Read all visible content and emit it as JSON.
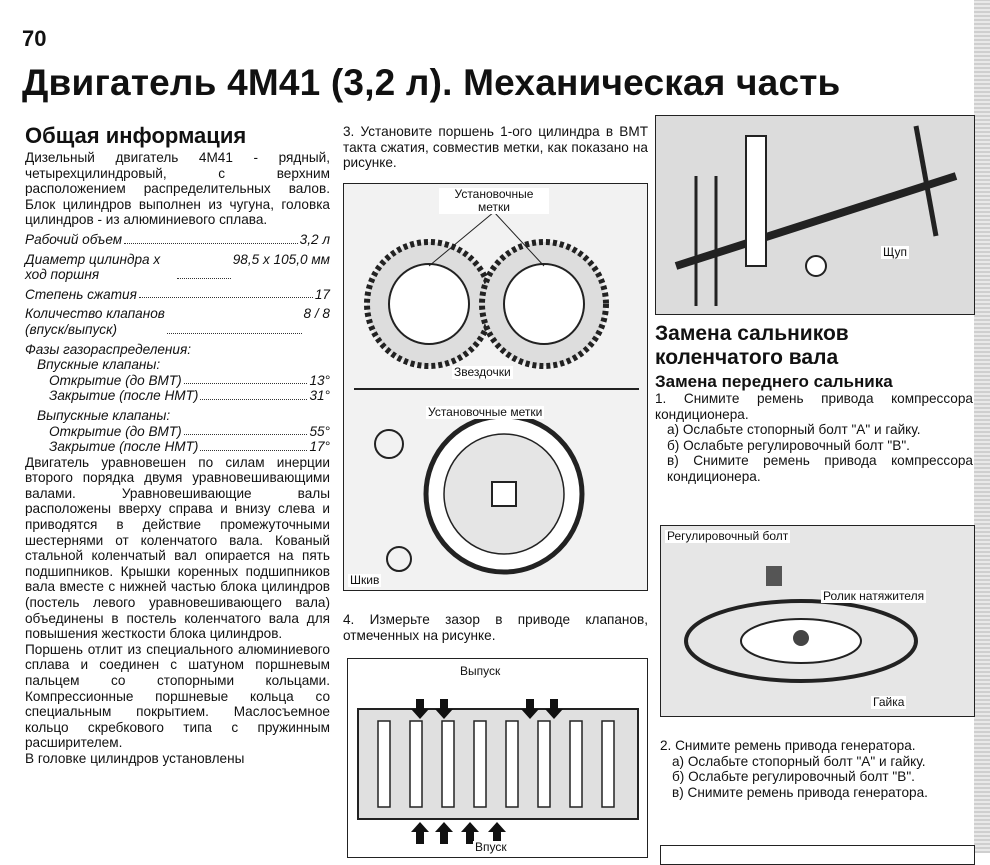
{
  "page_number": "70",
  "title": "Двигатель 4M41 (3,2 л). Механическая часть",
  "left": {
    "heading": "Общая информация",
    "intro": "Дизельный двигатель 4M41 - рядный, четырехцилиндровый, с верхним расположением распределительных валов. Блок цилиндров выполнен из чугуна, головка цилиндров - из алюминиевого сплава.",
    "specs": [
      {
        "label": "Рабочий объем",
        "value": "3,2 л"
      },
      {
        "label": "Диаметр цилиндра х ход поршня",
        "value": "98,5 х 105,0 мм"
      },
      {
        "label": "Степень сжатия",
        "value": "17"
      },
      {
        "label": "Количество клапанов (впуск/выпуск)",
        "value": "8 / 8"
      }
    ],
    "timing_heading": "Фазы газораспределения:",
    "intake_heading": "Впускные клапаны:",
    "intake": [
      {
        "label": "Открытие (до ВМТ)",
        "value": "13°"
      },
      {
        "label": "Закрытие (после НМТ)",
        "value": "31°"
      }
    ],
    "exhaust_heading": "Выпускные клапаны:",
    "exhaust": [
      {
        "label": "Открытие (до ВМТ)",
        "value": "55°"
      },
      {
        "label": "Закрытие (после НМТ)",
        "value": "17°"
      }
    ],
    "para1": "Двигатель уравновешен по силам инерции второго порядка двумя уравновешивающими валами. Уравновешивающие валы расположены вверху справа и внизу слева и приводятся в действие промежуточными шестернями от коленчатого вала. Кованый стальной коленчатый вал опирается на пять подшипников. Крышки коренных подшипников вала вместе с нижней частью блока цилиндров (постель левого уравновешивающего вала) объединены в постель коленчатого вала для повышения жесткости блока цилиндров.",
    "para2": "Поршень отлит из специального алюминиевого сплава и соединен с шатуном поршневым пальцем со стопорными кольцами. Компрессионные поршневые кольца со специальным покрытием. Маслосъемное кольцо скребкового типа с пружинным расширителем.",
    "para3": "В головке цилиндров установлены"
  },
  "middle": {
    "step3": "3. Установите поршень 1-ого цилиндра в ВМТ такта сжатия, совместив метки, как показано на рисунке.",
    "fig1_labels": {
      "marks": "Установочные метки",
      "sprockets": "Звездочки",
      "marks2": "Установочные метки",
      "pulley": "Шкив"
    },
    "step4": "4. Измерьте зазор в приводе клапанов, отмеченных на рисунке.",
    "fig2_labels": {
      "exhaust": "Выпуск",
      "intake": "Впуск"
    }
  },
  "right": {
    "fig_feeler": "Щуп",
    "heading": "Замена сальников коленчатого вала",
    "subheading": "Замена переднего сальника",
    "step1": "1. Снимите ремень привода компрессора кондиционера.",
    "step1a": "а) Ослабьте стопорный болт \"А\" и гайку.",
    "step1b": "б) Ослабьте регулировочный болт \"В\".",
    "step1c": "в) Снимите ремень привода компрессора кондиционера.",
    "fig_labels": {
      "adjust_bolt": "Регулировочный болт",
      "tensioner": "Ролик натяжителя",
      "nut": "Гайка"
    },
    "step2": "2. Снимите ремень привода генератора.",
    "step2a": "а) Ослабьте стопорный болт \"А\" и гайку.",
    "step2b": "б) Ослабьте регулировочный болт \"В\".",
    "step2c": "в) Снимите ремень привода генератора."
  }
}
